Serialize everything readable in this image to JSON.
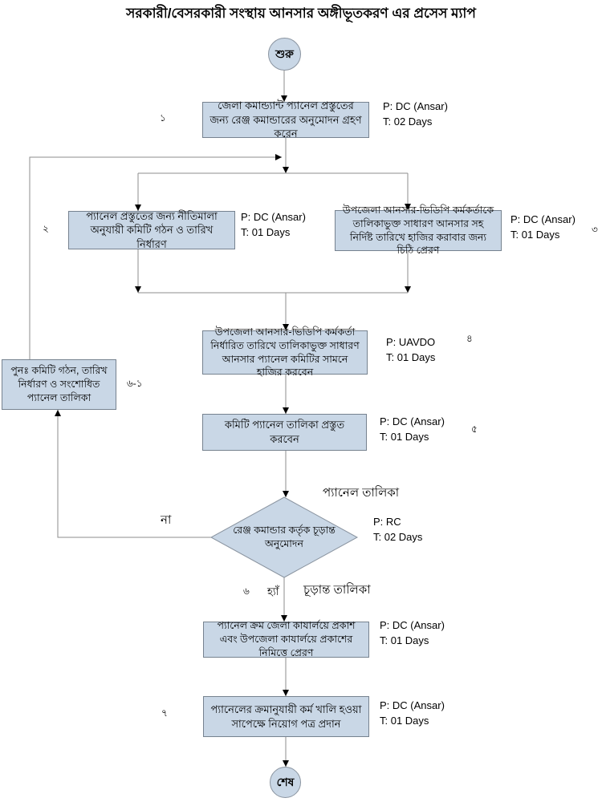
{
  "title": "সরকারী/বেসরকারী সংস্থায় আনসার অঙ্গীভূতকরণ এর প্রসেস ম্যাপ",
  "colors": {
    "node_fill": "#c9d7e6",
    "node_border": "#76828f",
    "connector": "#8c8c8c",
    "arrowhead": "#000000"
  },
  "terminals": {
    "start": "শুরু",
    "end": "শেষ"
  },
  "steps": {
    "s1": {
      "num": "১",
      "text": "জেলা কমান্ড্যান্ট প্যানেল প্রস্তুতের জন্য রেঞ্জ কমান্ডারের অনুমোদন গ্রহণ করেন",
      "p": "P: DC (Ansar)",
      "t": "T: 02 Days"
    },
    "s2": {
      "num": "২",
      "text": "প্যানেল প্রস্তুতের জন্য নীতিমালা অনুযায়ী কমিটি গঠন ও তারিখ নির্ধারণ",
      "p": "P: DC (Ansar)",
      "t": "T: 01 Days"
    },
    "s3": {
      "num": "৩",
      "text": "উপজেলা আনসার-ভিডিপি কর্মকর্তাকে তালিকাভুক্ত সাধারণ আনসার সহ নির্দিষ্ট তারিখে হাজির করাবার জন্য চিঠি প্রেরণ",
      "p": "P: DC (Ansar)",
      "t": "T: 01 Days"
    },
    "s4": {
      "num": "৪",
      "text": "উপজেলা আনসার-ভিডিপি কর্মকর্তা নির্ধারিত তারিখে তালিকাভুক্ত সাধারণ আনসার প্যানেল কমিটির সামনে হাজির করবেন",
      "p": "P: UAVDO",
      "t": "T: 01 Days"
    },
    "s5": {
      "num": "৫",
      "text": "কমিটি প্যানেল তালিকা প্রস্তুত করবেন",
      "p": "P: DC (Ansar)",
      "t": "T: 01 Days"
    },
    "decision": {
      "num": "৬",
      "text": "রেঞ্জ কমান্ডার কর্তৃক চূড়ান্ত অনুমোদন",
      "p": "P: RC",
      "t": "T: 02 Days"
    },
    "rework": {
      "num": "৬-১",
      "text": "পুনঃ  কমিটি গঠন, তারিখ নির্ধারণ ও সংশোধিত প্যানেল তালিকা"
    },
    "s6": {
      "text": "প্যানেল ক্রম জেলা কাযার্লয়ে প্রকাশ এবং উপজেলা কাযার্লয়ে প্রকাশের নিমিত্তে প্রেরণ",
      "p": "P: DC (Ansar)",
      "t": "T: 01 Days"
    },
    "s7": {
      "num": "৭",
      "text": "প্যানেলের ক্রমানুযায়ী কর্ম খালি হওয়া সাপেক্ষে নিয়োগ পত্র প্রদান",
      "p": "P: DC (Ansar)",
      "t": "T: 01 Days"
    }
  },
  "edge_labels": {
    "no": "না",
    "yes": "হ্যাঁ",
    "panel_list": "প্যানেল তালিকা",
    "final_list": "চূড়ান্ত তালিকা"
  }
}
